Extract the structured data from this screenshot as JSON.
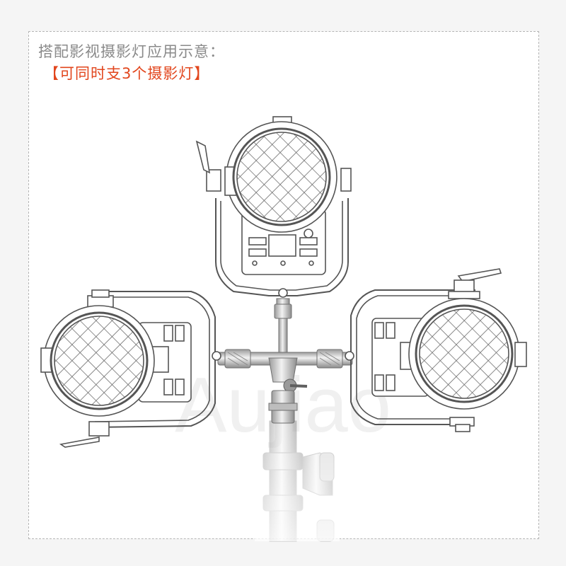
{
  "heading": {
    "title": "搭配影视摄影灯应用示意：",
    "subtitle": "【可同时支3个摄影灯】"
  },
  "illustration": {
    "watermark": "Aujiao",
    "line_color": "#595959",
    "metal_color": "#b9b9b9",
    "accent_color": "#e2461d"
  }
}
